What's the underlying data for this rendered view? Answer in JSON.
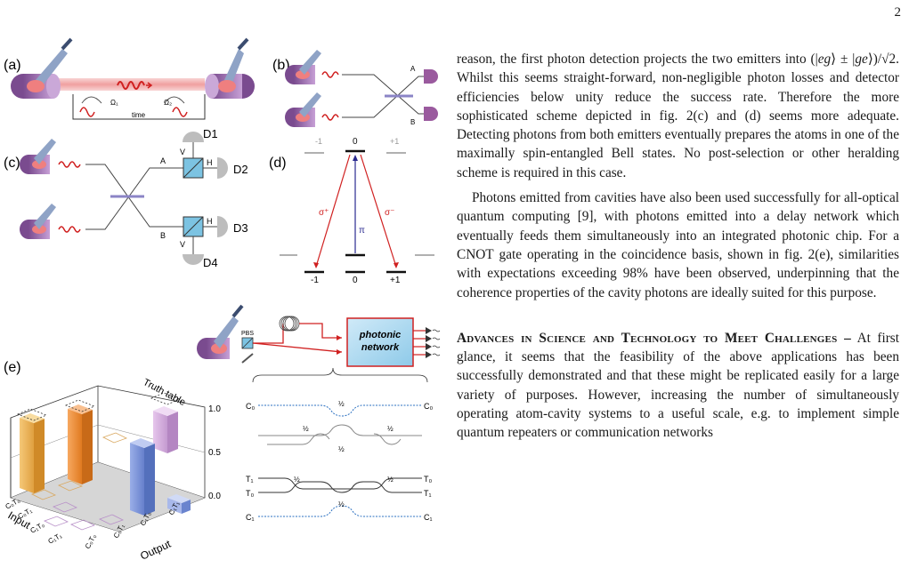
{
  "page": {
    "number": "2"
  },
  "figure": {
    "panels": {
      "a": {
        "label": "(a)",
        "pulse1": "Ω₁",
        "pulse2": "Ω₂",
        "time": "time"
      },
      "b": {
        "label": "(b)",
        "portA": "A",
        "portB": "B"
      },
      "c": {
        "label": "(c)",
        "portA": "A",
        "portB": "B",
        "d1": "D1",
        "d2": "D2",
        "d3": "D3",
        "d4": "D4",
        "v_top": "V",
        "h_top": "H",
        "h_bot": "H",
        "v_bot": "V"
      },
      "d": {
        "label": "(d)",
        "top_left": "-1",
        "top_mid": "0",
        "top_right": "+1",
        "bot_left": "-1",
        "bot_mid": "0",
        "bot_right": "+1",
        "sigma_plus": "σ⁺",
        "pi": "π",
        "sigma_minus": "σ⁻"
      },
      "e": {
        "label": "(e)",
        "truth_table": "Truth table",
        "pbs": "PBS",
        "network_line1": "photonic",
        "network_line2": "network",
        "axis_input": "Input",
        "axis_output": "Output",
        "z_ticks": [
          "1.0",
          "0.5",
          "0.0"
        ],
        "input_labels": [
          "C₀T₀",
          "C₀T₁",
          "C₁T₀",
          "C₁T₁"
        ],
        "output_labels": [
          "C₀T₀",
          "C₀T₁",
          "C₁T₀",
          "C₁T₁"
        ],
        "circuit_left": [
          "C₀",
          "T₁",
          "T₀",
          "C₁"
        ],
        "circuit_right": [
          "C₀",
          "T₀",
          "T₁",
          "C₁"
        ],
        "half": "½"
      }
    }
  }
}
